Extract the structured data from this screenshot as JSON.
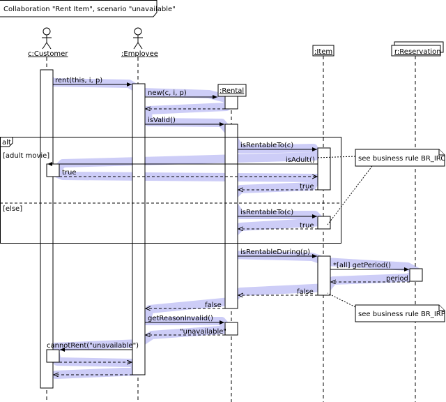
{
  "diagram": {
    "title": "Collaboration \"Rent Item\", scenario \"unavailable\"",
    "participants": {
      "customer": "c:Customer",
      "employee": ":Employee",
      "rental": ":Rental",
      "item": ":Item",
      "reservation": "r:Reservation"
    },
    "messages": {
      "rent": "rent(this, i, p)",
      "new": "new(c, i, p)",
      "isValid": "isValid()",
      "isRentableTo_1": "isRentableTo(c)",
      "isAdult": "isAdult()",
      "true_adult": "true",
      "true_1": "true",
      "isRentableTo_2": "isRentableTo(c)",
      "true_2": "true",
      "isRentableDuring": "isRentableDuring(p)",
      "getPeriod": "*[all] getPeriod()",
      "period": "period",
      "false_1": "false",
      "false_2": "false",
      "getReasonInvalid": "getReasonInvalid()",
      "unavailable": "\"unavailable\"",
      "cannotRent": "cannotRent(\"unavailable\")"
    },
    "fragment": {
      "operator": "alt",
      "guard_1": "[adult movie]",
      "guard_2": "[else]"
    },
    "notes": {
      "irc": "see business rule BR_IRC",
      "irp": "see business rule BR_IRP"
    }
  }
}
